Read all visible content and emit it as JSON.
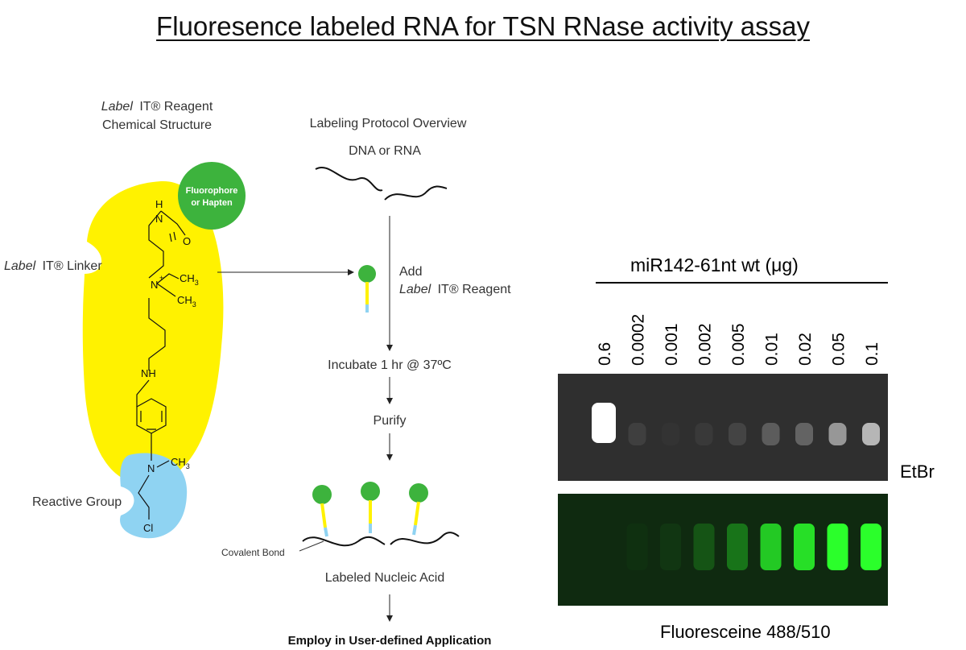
{
  "title": "Fluoresence labeled RNA for TSN RNase activity assay",
  "structure": {
    "heading_line1_italic": "Label",
    "heading_line1_rest": "IT® Reagent",
    "heading_line2": "Chemical Structure",
    "linker_italic": "Label",
    "linker_rest": "IT® Linker",
    "fluorophore_line1": "Fluorophore",
    "fluorophore_line2": "or Hapten",
    "reactive_group": "Reactive Group",
    "atoms": {
      "h": "H",
      "n": "N",
      "o": "O",
      "nplus": "N",
      "plus": "+",
      "ch3a": "CH",
      "ch3b": "CH",
      "sub3": "3",
      "nh": "NH",
      "cl": "Cl"
    }
  },
  "protocol": {
    "heading": "Labeling Protocol Overview",
    "dna_rna": "DNA or RNA",
    "add": "Add",
    "reagent_italic": "Label",
    "reagent_rest": "IT® Reagent",
    "incubate": "Incubate 1 hr @ 37ºC",
    "purify": "Purify",
    "covalent_bond": "Covalent Bond",
    "labeled": "Labeled Nucleic Acid",
    "employ": "Employ in User-defined Application"
  },
  "gel": {
    "header": "miR142-61nt wt (μg)",
    "lanes": [
      "0.6",
      "0.0002",
      "0.001",
      "0.002",
      "0.005",
      "0.01",
      "0.02",
      "0.05",
      "0.1"
    ],
    "etbr_label": "EtBr",
    "fluor_label": "Fluoresceine 488/510",
    "colors": {
      "etbr_bg": "#2f2f2f",
      "fluor_bg": "#0f2a10",
      "band_white": "#ffffff",
      "band_green": "#2bff2b"
    },
    "etbr_band_intensity": [
      1.0,
      0.08,
      0.02,
      0.05,
      0.1,
      0.22,
      0.25,
      0.5,
      0.65
    ],
    "fluor_band_intensity": [
      0.0,
      0.03,
      0.06,
      0.2,
      0.35,
      0.75,
      0.85,
      1.0,
      1.0
    ]
  }
}
